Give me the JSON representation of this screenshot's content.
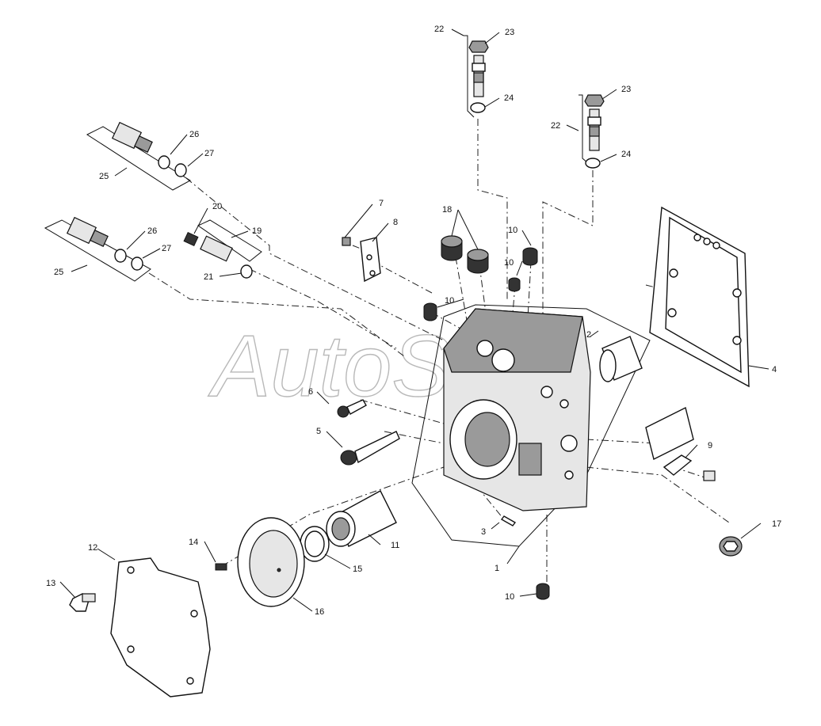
{
  "watermark": "AutoSoft",
  "callouts": [
    {
      "id": "c1",
      "text": "1"
    },
    {
      "id": "c2",
      "text": "2"
    },
    {
      "id": "c3",
      "text": "3"
    },
    {
      "id": "c4",
      "text": "4"
    },
    {
      "id": "c5",
      "text": "5"
    },
    {
      "id": "c6",
      "text": "6"
    },
    {
      "id": "c7",
      "text": "7"
    },
    {
      "id": "c8",
      "text": "8"
    },
    {
      "id": "c9",
      "text": "9"
    },
    {
      "id": "c10a",
      "text": "10"
    },
    {
      "id": "c10b",
      "text": "10"
    },
    {
      "id": "c10c",
      "text": "10"
    },
    {
      "id": "c10d",
      "text": "10"
    },
    {
      "id": "c11",
      "text": "11"
    },
    {
      "id": "c12",
      "text": "12"
    },
    {
      "id": "c13",
      "text": "13"
    },
    {
      "id": "c14",
      "text": "14"
    },
    {
      "id": "c15",
      "text": "15"
    },
    {
      "id": "c16",
      "text": "16"
    },
    {
      "id": "c17",
      "text": "17"
    },
    {
      "id": "c18",
      "text": "18"
    },
    {
      "id": "c19",
      "text": "19"
    },
    {
      "id": "c20",
      "text": "20"
    },
    {
      "id": "c21",
      "text": "21"
    },
    {
      "id": "c22a",
      "text": "22"
    },
    {
      "id": "c22b",
      "text": "22"
    },
    {
      "id": "c23a",
      "text": "23"
    },
    {
      "id": "c23b",
      "text": "23"
    },
    {
      "id": "c24a",
      "text": "24"
    },
    {
      "id": "c24b",
      "text": "24"
    },
    {
      "id": "c25a",
      "text": "25"
    },
    {
      "id": "c25b",
      "text": "25"
    },
    {
      "id": "c26a",
      "text": "26"
    },
    {
      "id": "c26b",
      "text": "26"
    },
    {
      "id": "c27a",
      "text": "27"
    },
    {
      "id": "c27b",
      "text": "27"
    }
  ]
}
